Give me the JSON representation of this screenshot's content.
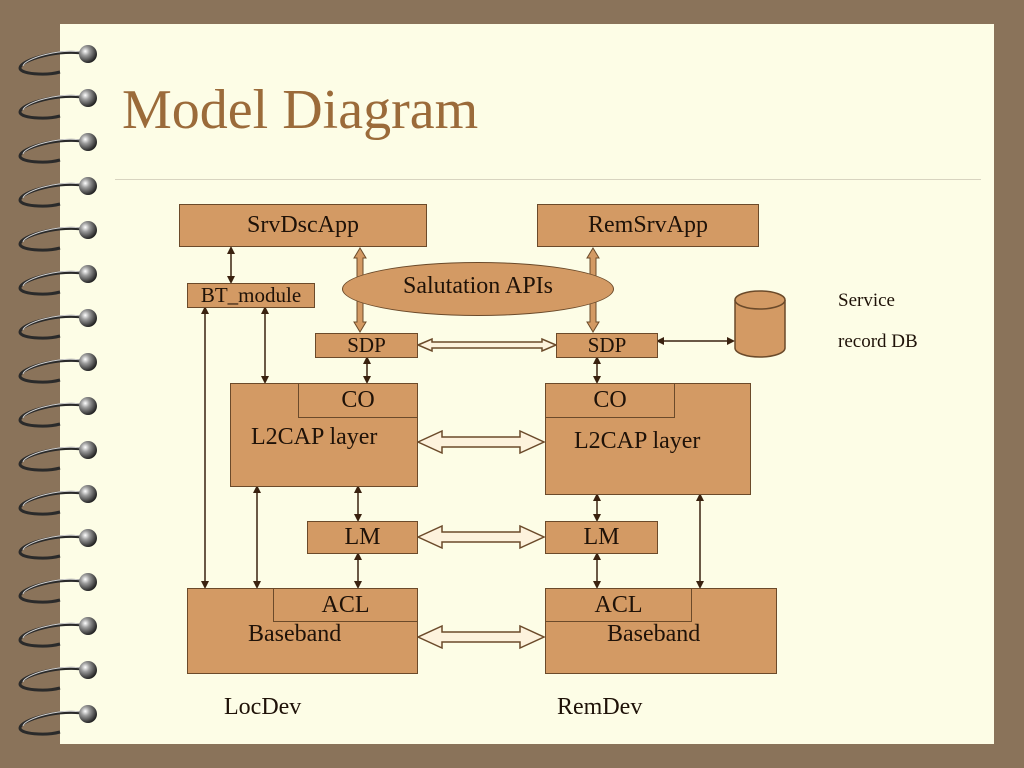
{
  "slide": {
    "title": "Model Diagram"
  },
  "diagram": {
    "srvdscapp": "SrvDscApp",
    "remsrvapp": "RemSrvApp",
    "bt_module": "BT_module",
    "salutation_apis": "Salutation APIs",
    "loc_sdp": "SDP",
    "rem_sdp": "SDP",
    "service_record_db": {
      "line1": "Service",
      "line2": "record DB"
    },
    "loc_co": "CO",
    "rem_co": "CO",
    "loc_l2cap": "L2CAP layer",
    "rem_l2cap": "L2CAP layer",
    "loc_lm": "LM",
    "rem_lm": "LM",
    "loc_acl": "ACL",
    "rem_acl": "ACL",
    "loc_baseband": "Baseband",
    "rem_baseband": "Baseband",
    "loc_dev": "LocDev",
    "rem_dev": "RemDev"
  },
  "colors": {
    "box_fill": "#d39a64",
    "box_border": "#6b4a2a",
    "title": "#9b6b3a",
    "page": "#fdfde6",
    "frame": "#8a735a"
  }
}
